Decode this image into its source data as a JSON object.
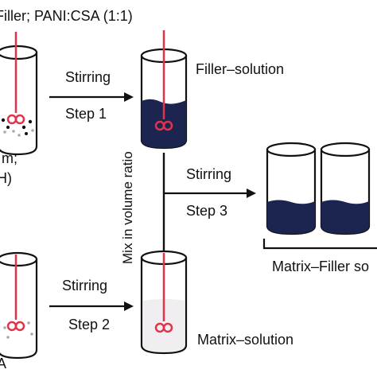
{
  "header_text": "Filler; PANI:CSA (1:1)",
  "left_top_label_line1": "m;",
  "left_top_label_line2": "H)",
  "left_bottom_label": "A",
  "step1": {
    "top": "Stirring",
    "bottom": "Step 1"
  },
  "step2": {
    "top": "Stirring",
    "bottom": "Step 2"
  },
  "step3": {
    "top": "Stirring",
    "bottom": "Step 3"
  },
  "filler_solution_label": "Filler–solution",
  "matrix_solution_label": "Matrix–solution",
  "matrix_filler_label": "Matrix–Filler so",
  "mix_ratio_label": "Mix in volume ratio",
  "colors": {
    "liquid_dark": "#1b2550",
    "stirrer": "#e0344a",
    "outline": "#111111"
  }
}
